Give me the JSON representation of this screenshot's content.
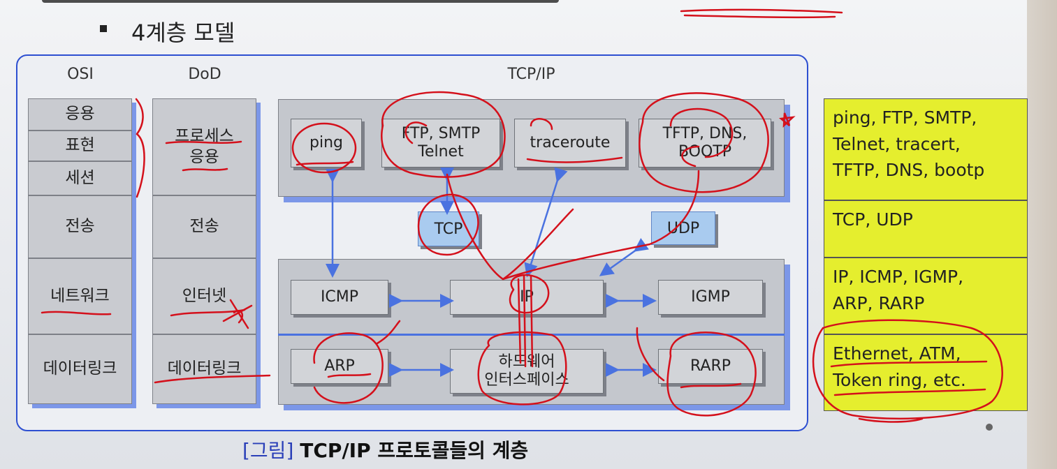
{
  "heading": "4계층 모델",
  "columns": {
    "osi": "OSI",
    "dod": "DoD",
    "tcpip": "TCP/IP"
  },
  "osi_layers": [
    "응용",
    "표현",
    "세션",
    "전송",
    "네트워크",
    "데이터링크"
  ],
  "dod_layers": [
    "프로세스\n응용",
    "전송",
    "인터넷",
    "데이터링크"
  ],
  "app_protocols": [
    "ping",
    "FTP, SMTP\nTelnet",
    "traceroute",
    "TFTP, DNS,\nBOOTP"
  ],
  "transport_protocols": [
    "TCP",
    "UDP"
  ],
  "internet_protocols": [
    "ICMP",
    "IP",
    "IGMP"
  ],
  "link_protocols": [
    "ARP",
    "하드웨어\n인터스페이스",
    "RARP"
  ],
  "examples": [
    "ping, FTP, SMTP,\nTelnet, tracert,\nTFTP, DNS, bootp",
    "TCP, UDP",
    "IP, ICMP, IGMP,\nARP, RARP",
    "Ethernet, ATM,\nToken ring, etc."
  ],
  "caption": {
    "tag": "[그림]",
    "text": "TCP/IP 프로토콜들의 계층"
  },
  "colors": {
    "frame": "#2d4fd1",
    "shadow": "#7c97e8",
    "yellow": "#e5ee2e",
    "pen": "#d4101b",
    "arrow": "#4a72e0"
  }
}
